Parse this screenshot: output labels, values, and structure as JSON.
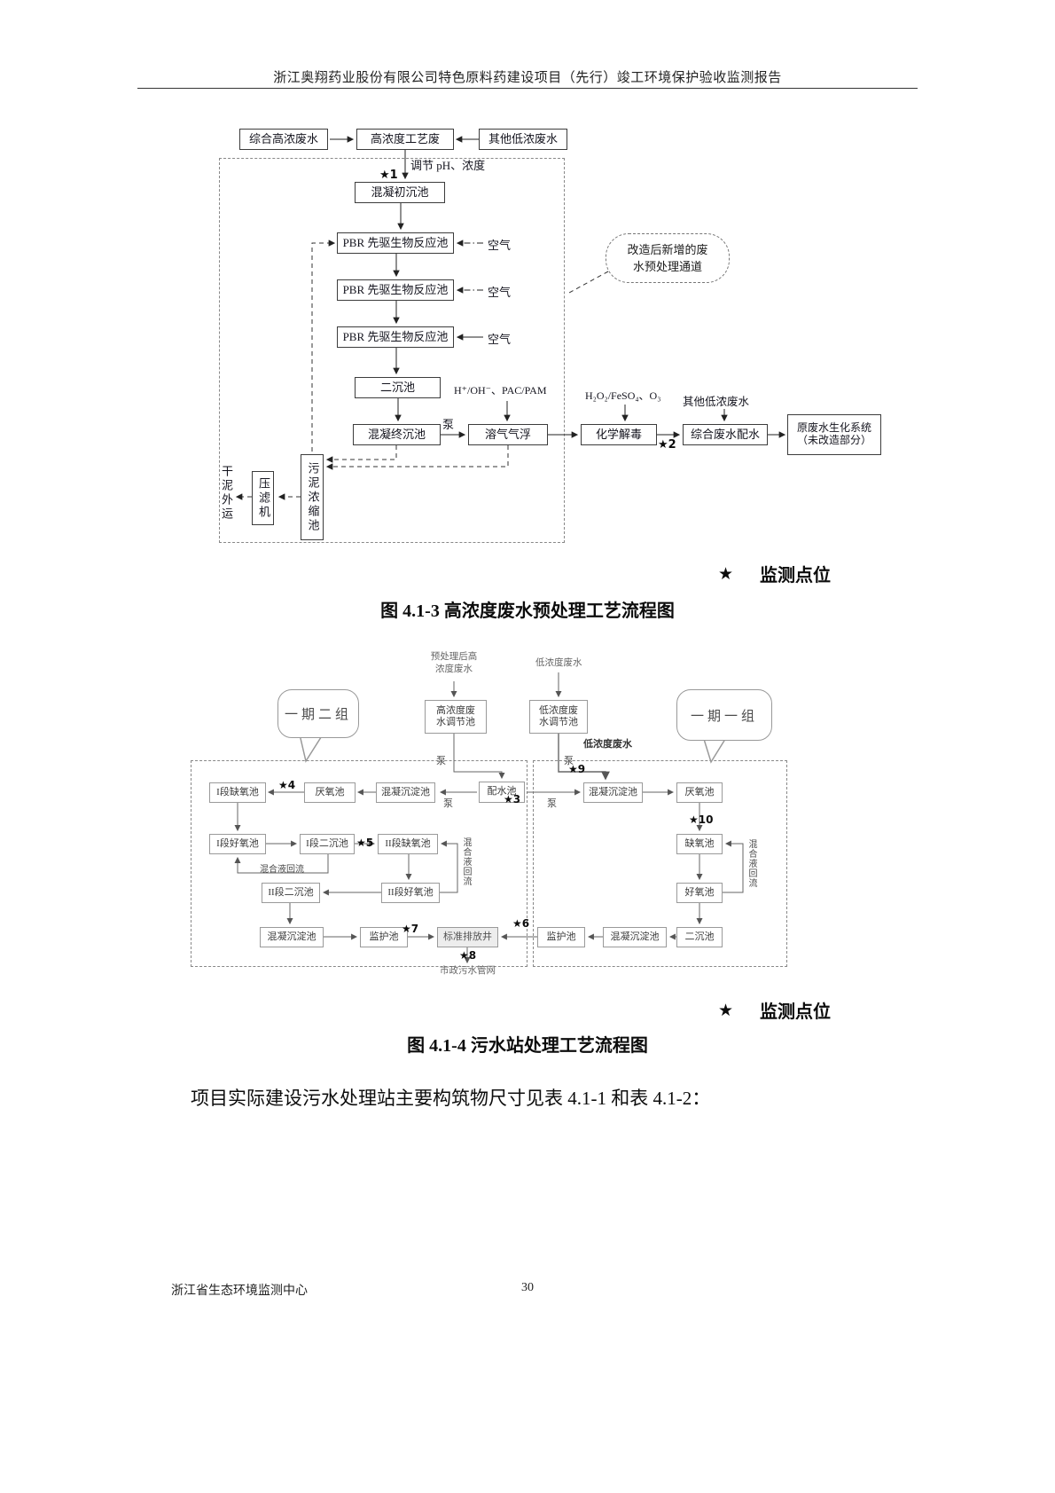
{
  "page": {
    "header": "浙江奥翔药业股份有限公司特色原料药建设项目（先行）竣工环境保护验收监测报告",
    "paragraph": "项目实际建设污水处理站主要构筑物尺寸见表 4.1-1 和表 4.1-2：",
    "footer_left": "浙江省生态环境监测中心",
    "page_number": "30"
  },
  "legend": {
    "star": "★",
    "label": "监测点位"
  },
  "fc1": {
    "caption": "图 4.1-3  高浓度废水预处理工艺流程图",
    "boxes": {
      "src_high": "综合高浓废水",
      "src_process": "高浓度工艺废",
      "src_low": "其他低浓废水",
      "primary_sed": "混凝初沉池",
      "pbr": "PBR 先驱生物反应池",
      "secondary_sed": "二沉池",
      "final_sed": "混凝终沉池",
      "daf": "溶气气浮",
      "detox": "化学解毒",
      "dist": "综合废水配水",
      "bio_system": "原废水生化系统\n（未改造部分）",
      "sludge": "污泥浓缩池",
      "press": "压滤机"
    },
    "labels": {
      "adjust": "调节 pH、浓度",
      "air": "空气",
      "pump": "泵",
      "chem": "H⁺/OH⁻、PAC/PAM",
      "oxid": "H₂O₂/FeSO₄、O₃",
      "other_low": "其他低浓废水",
      "dry_out": "干泥外运",
      "callout": "改造后新增的废\n水预处理通道"
    },
    "stars": {
      "s1": "★1",
      "s2": "★2"
    }
  },
  "fc2": {
    "caption": "图 4.1-4  污水站处理工艺流程图",
    "boxes": {
      "high_tank": "高浓度废\n水调节池",
      "low_tank": "低浓度废\n水调节池",
      "dist_pool": "配水池",
      "coag_sed": "混凝沉淀池",
      "anaerobic": "厌氧池",
      "anox1": "I段缺氧池",
      "aer1": "I段好氧池",
      "sed1": "I段二沉池",
      "anox2": "II段缺氧池",
      "aer2": "II段好氧池",
      "sed2": "II段二沉池",
      "guard": "监护池",
      "outfall": "标准排放井",
      "anox": "缺氧池",
      "aer": "好氧池",
      "sed": "二沉池"
    },
    "labels": {
      "pre_high": "预处理后高\n浓度废水",
      "low_water": "低浓度废水",
      "pump": "泵",
      "recirc": "混合液回流",
      "sewer": "市政污水管网",
      "group_left": "一期二组",
      "group_right": "一期一组"
    },
    "stars": {
      "s3": "★3",
      "s4": "★4",
      "s5": "★5",
      "s6": "★6",
      "s7": "★7",
      "s8": "★8",
      "s9": "★9",
      "s10": "★10"
    }
  }
}
